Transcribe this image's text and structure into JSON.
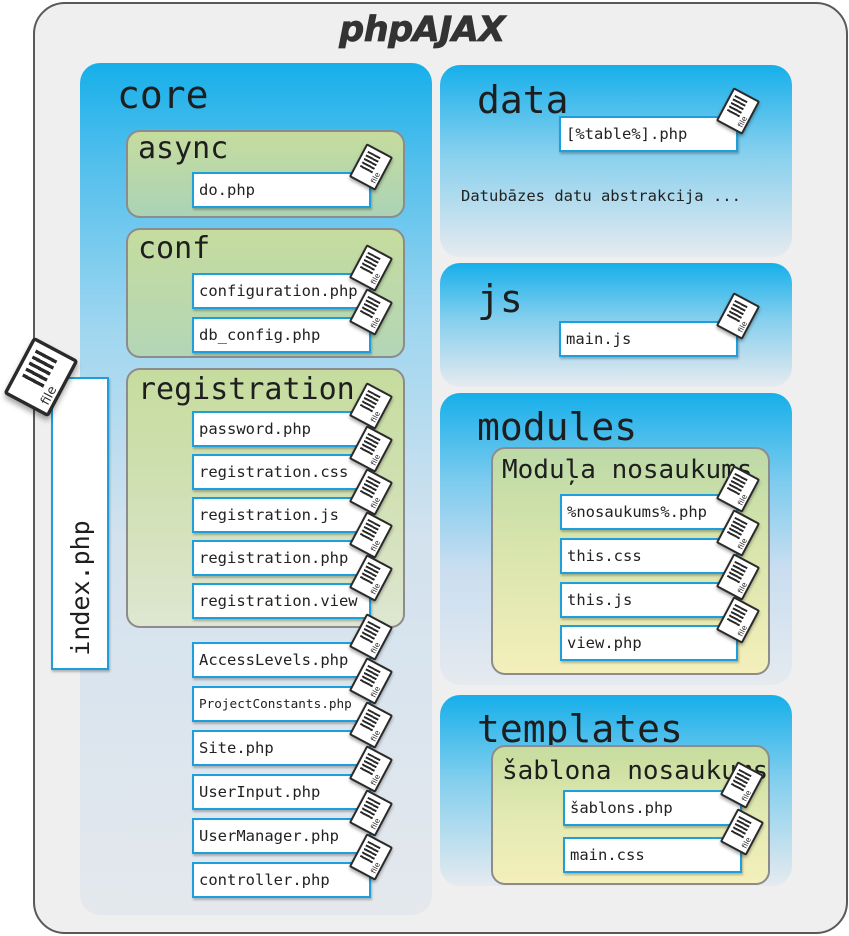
{
  "title": "phpAJAX",
  "file_icon_label": "file",
  "index": {
    "file": "index.php"
  },
  "core": {
    "label": "core",
    "folders": [
      {
        "label": "async",
        "files": [
          "do.php"
        ]
      },
      {
        "label": "conf",
        "files": [
          "configuration.php",
          "db_config.php"
        ]
      },
      {
        "label": "registration",
        "files": [
          "password.php",
          "registration.css",
          "registration.js",
          "registration.php",
          "registration.view"
        ]
      }
    ],
    "files": [
      "AccessLevels.php",
      "ProjectConstants.php",
      "Site.php",
      "UserInput.php",
      "UserManager.php",
      "controller.php"
    ]
  },
  "data": {
    "label": "data",
    "files": [
      "[%table%].php"
    ],
    "note": "Datubāzes datu abstrakcija ..."
  },
  "js": {
    "label": "js",
    "files": [
      "main.js"
    ]
  },
  "modules": {
    "label": "modules",
    "folder": {
      "label": "Moduļa nosaukums",
      "files": [
        "%nosaukums%.php",
        "this.css",
        "this.js",
        "view.php"
      ]
    }
  },
  "templates": {
    "label": "templates",
    "folder": {
      "label": "šablona nosaukums",
      "files": [
        "šablons.php",
        "main.css"
      ]
    }
  },
  "colors": {
    "panel_blue": "#16afea",
    "file_border": "#1c9fdc",
    "folder_green": "#c6dc9e",
    "folder_yellow": "#f4efbb",
    "frame_background": "#efefef"
  }
}
